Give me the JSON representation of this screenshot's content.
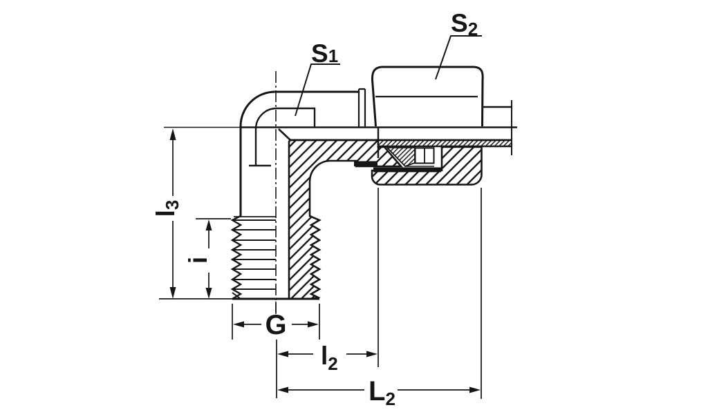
{
  "figure": {
    "description_colors": {
      "background": "#ffffff",
      "ink": "#151515"
    },
    "labels": {
      "s1": {
        "base": "S",
        "sub": "1"
      },
      "s2": {
        "base": "S",
        "sub": "2"
      },
      "l3": {
        "base": "l",
        "sub": "3"
      },
      "i": {
        "base": "i",
        "sub": ""
      },
      "g": {
        "base": "G",
        "sub": ""
      },
      "l2": {
        "base": "l",
        "sub": "2"
      },
      "L2": {
        "base": "L",
        "sub": "2"
      }
    }
  }
}
